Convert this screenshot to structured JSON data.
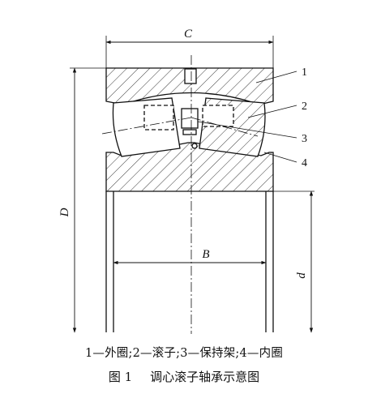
{
  "dimensions": {
    "outer_width": "C",
    "outer_diameter": "D",
    "inner_width": "B",
    "bore_diameter": "d"
  },
  "callouts": [
    "1",
    "2",
    "3",
    "4"
  ],
  "legend": "1—外圈;2—滚子;3—保持架;4—内圈",
  "caption": {
    "number": "图 1",
    "title": "调心滚子轴承示意图"
  }
}
